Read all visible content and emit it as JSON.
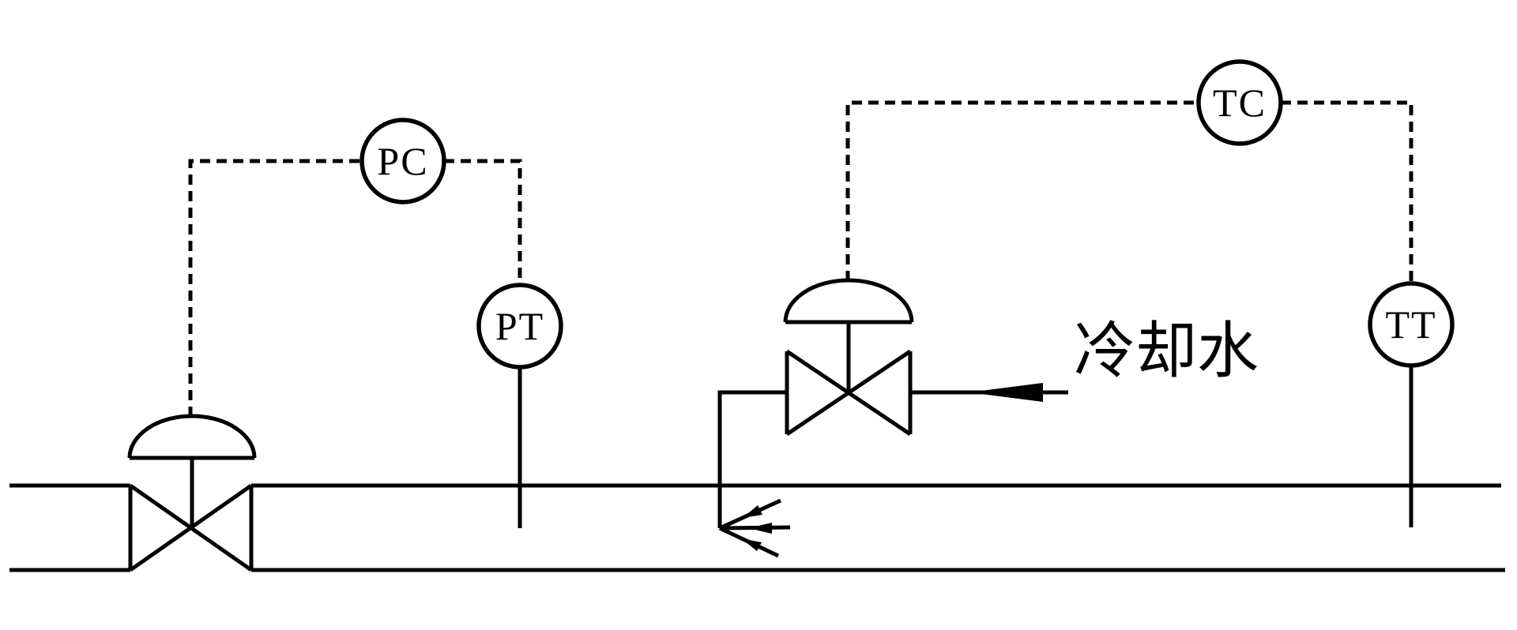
{
  "colors": {
    "line": "#000000",
    "background": "#ffffff"
  },
  "instruments": {
    "pc": {
      "tag": "PC"
    },
    "pt": {
      "tag": "PT"
    },
    "tc": {
      "tag": "TC"
    },
    "tt": {
      "tag": "TT"
    }
  },
  "annotations": {
    "cooling_water": "冷却水"
  },
  "symbols": [
    "main-process-pipe",
    "control-valve",
    "diaphragm-actuator-dome",
    "pressure-controller-circle",
    "pressure-transmitter-circle",
    "temperature-controller-circle",
    "temperature-transmitter-circle",
    "dashed-signal-line",
    "spray-nozzle",
    "flow-direction-arrow"
  ]
}
